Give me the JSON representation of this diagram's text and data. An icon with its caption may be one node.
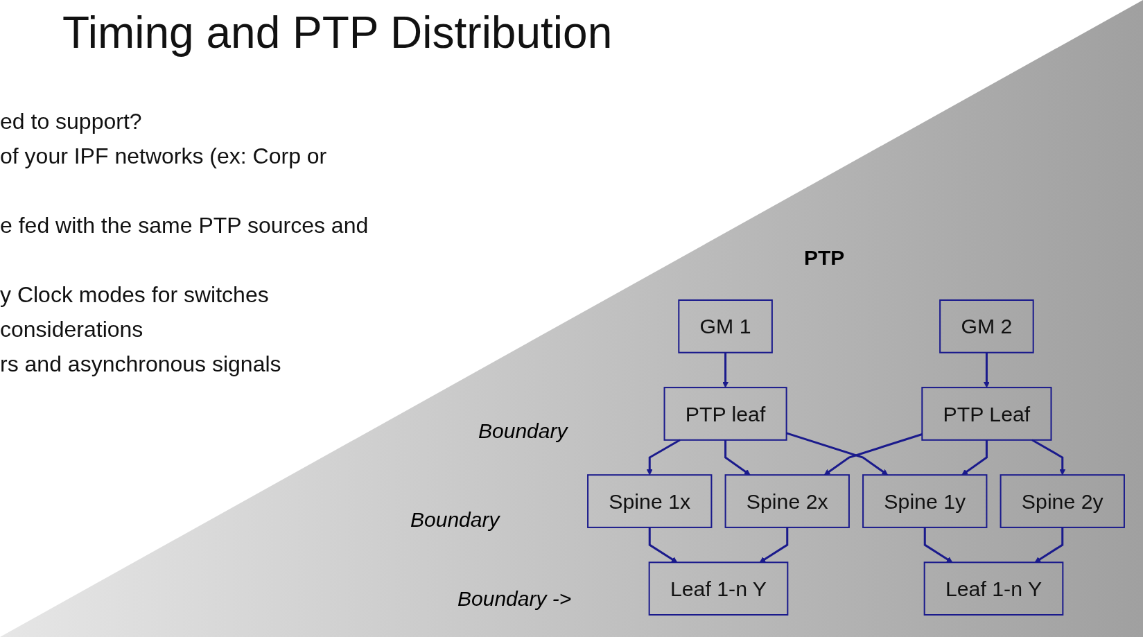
{
  "diagram": {
    "title": "Timing and PTP Distribution",
    "nodes": [
      {
        "text": [
          "GM 1"
        ]
      },
      {
        "text": [
          "GM 2"
        ]
      },
      {
        "text": [
          "PTP leaf"
        ]
      },
      {
        "text": [
          "PTP Leaf"
        ]
      },
      {
        "text": [
          "Spine 1x"
        ]
      },
      {
        "text": [
          "Spine 2x"
        ]
      },
      {
        "text": [
          "Spine 1y"
        ]
      },
      {
        "text": [
          "Spine 2y"
        ]
      },
      {
        "text": [
          "Leaf 1-n Y"
        ]
      },
      {
        "text": [
          "Leaf 1-n Y"
        ]
      }
    ],
    "edges": [
      {
        "from": 0,
        "to": 2,
        "arrow": "to"
      },
      {
        "from": 1,
        "to": 3,
        "arrow": "to"
      },
      {
        "from": 2,
        "to": 4,
        "arrow": "to"
      },
      {
        "from": 2,
        "to": 5,
        "arrow": "to"
      },
      {
        "from": 2,
        "to": 6,
        "arrow": "to"
      },
      {
        "from": 3,
        "to": 5,
        "arrow": "to"
      },
      {
        "from": 3,
        "to": 6,
        "arrow": "to"
      },
      {
        "from": 3,
        "to": 7,
        "arrow": "to"
      },
      {
        "from": 4,
        "to": 8,
        "arrow": "to"
      },
      {
        "from": 5,
        "to": 8,
        "arrow": "to"
      },
      {
        "from": 6,
        "to": 9,
        "arrow": "to"
      },
      {
        "from": 7,
        "to": 9,
        "arrow": "to"
      }
    ],
    "labels": [
      "ed to support?",
      "of your IPF networks (ex: Corp or",
      "e fed with the same PTP sources and",
      "y Clock modes for switches",
      "considerations",
      "rs and asynchronous signals",
      "PTP",
      "Boundary",
      "Boundary",
      "Boundary ->"
    ]
  }
}
